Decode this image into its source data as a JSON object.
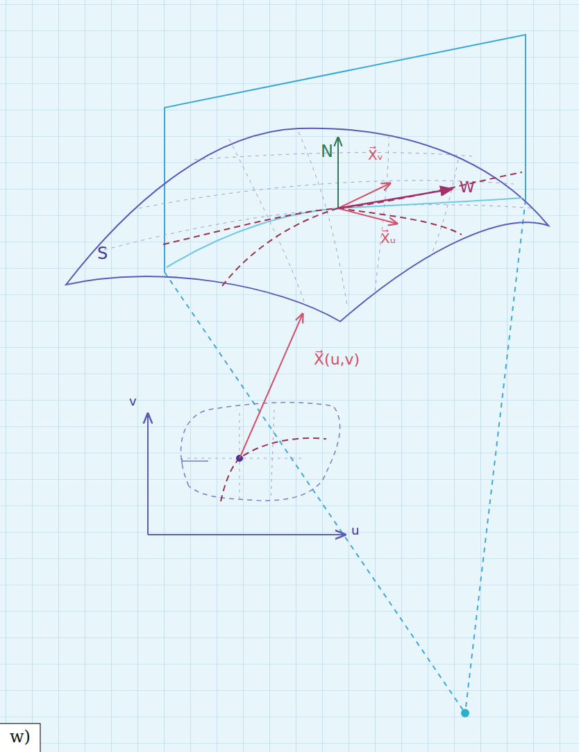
{
  "diagram": {
    "labels": [
      "N",
      "X⃗ᵥ",
      "W",
      "X⃗ᵤ",
      "S",
      "X⃗(u,v)",
      "v",
      "u",
      "w)"
    ]
  }
}
